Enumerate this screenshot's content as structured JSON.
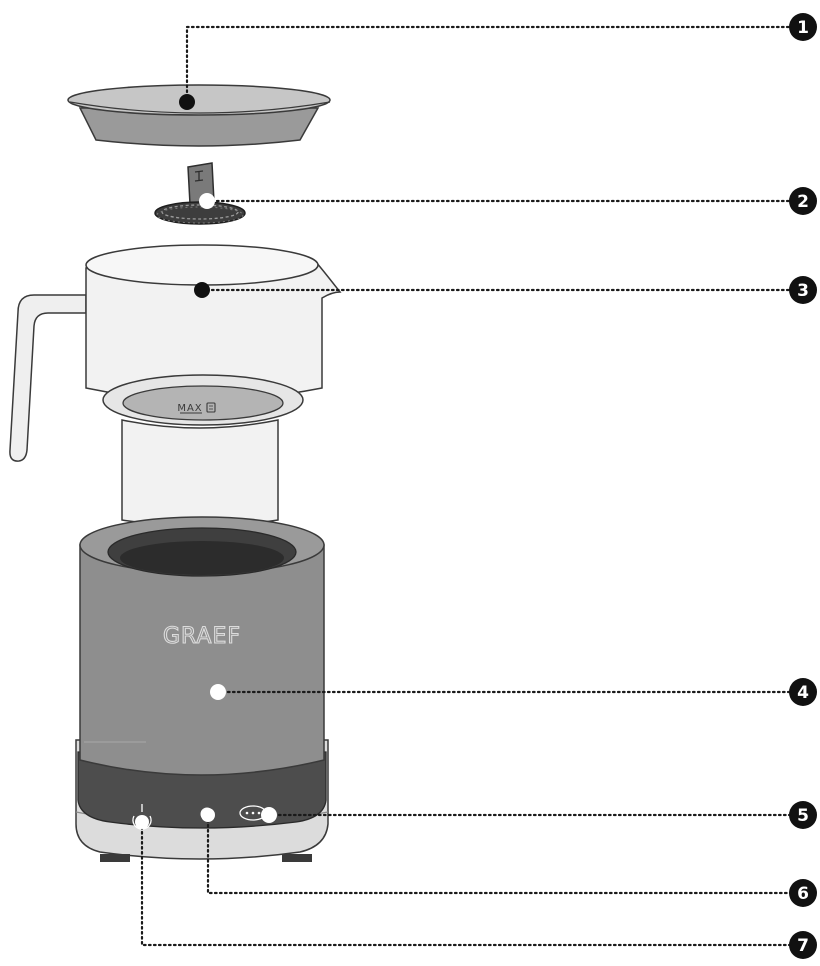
{
  "diagram": {
    "brand_logo": "GRAEF",
    "max_marking": "MAX",
    "callouts": [
      "1",
      "2",
      "3",
      "4",
      "5",
      "6",
      "7"
    ]
  },
  "colors": {
    "outline": "#3a3a3a",
    "lid_fill": "#9a9a9a",
    "lid_top": "#c4c4c4",
    "jug_fill": "#f1f1f1",
    "base_body": "#8d8d8d",
    "base_dark": "#4b4b4b",
    "callout_badge": "#111111",
    "marker_dark": "#111111",
    "marker_light": "#ffffff"
  }
}
